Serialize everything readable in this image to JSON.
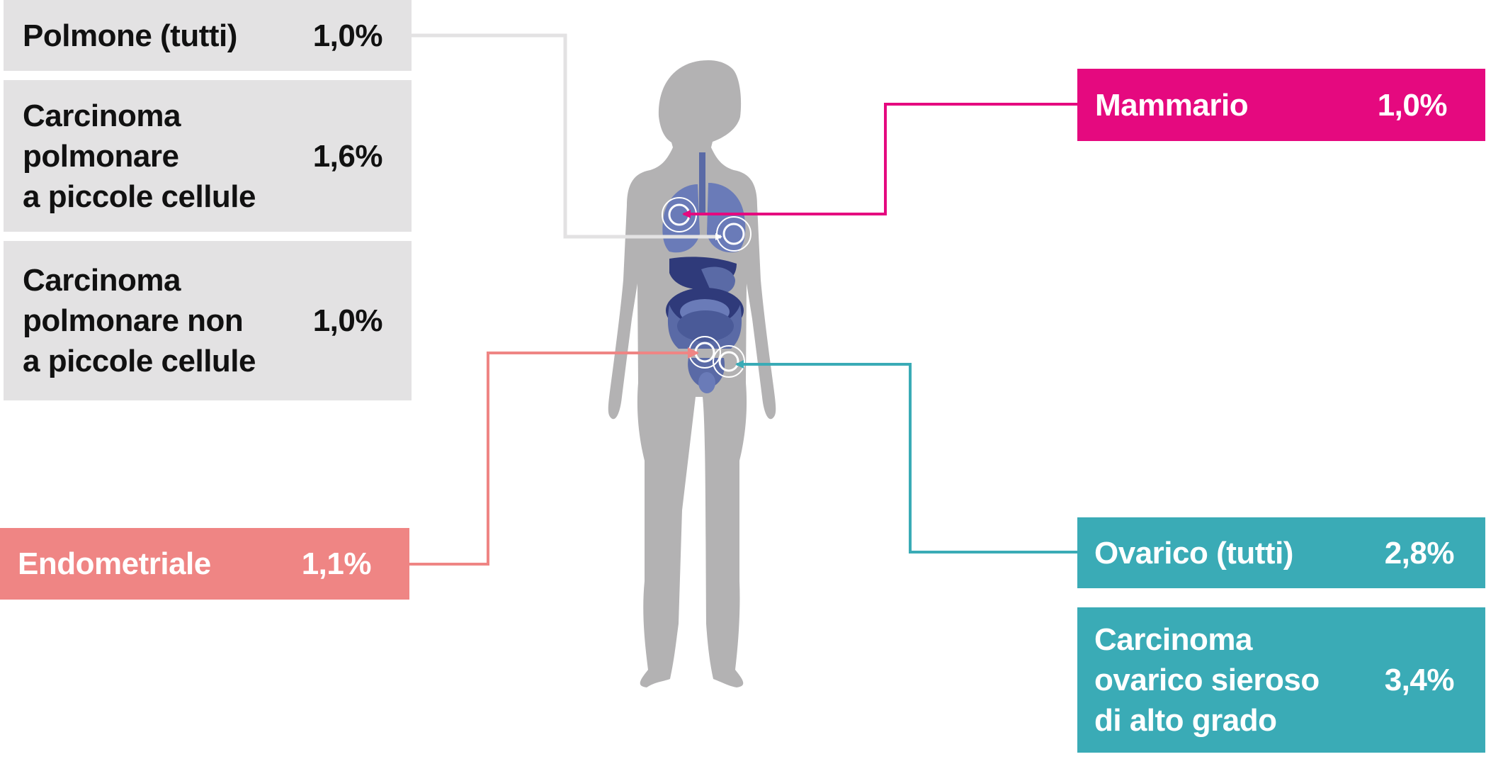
{
  "cancers": [
    {
      "label": "Polmone (tutti)",
      "value": "1,0%"
    },
    {
      "label": "Carcinoma\npolmonare\na piccole cellule",
      "value": "1,6%"
    },
    {
      "label": "Carcinoma\npolmonare non\na piccole cellule",
      "value": "1,0%"
    },
    {
      "label": "Endometriale",
      "value": "1,1%"
    },
    {
      "label": "Mammario",
      "value": "1,0%"
    },
    {
      "label": "Ovarico (tutti)",
      "value": "2,8%"
    },
    {
      "label": "Carcinoma\novarico sieroso\ndi alto grado",
      "value": "3,4%"
    }
  ],
  "colors": {
    "lung": "#e3e2e3",
    "breast": "#e5097f",
    "endometrial": "#ef8584",
    "ovarian": "#3aabb6",
    "body": "#b3b2b3",
    "organs": "#5a6aa6"
  },
  "icons": [
    "female-body-silhouette-icon",
    "target-ring-icon",
    "arrow-head-icon"
  ]
}
